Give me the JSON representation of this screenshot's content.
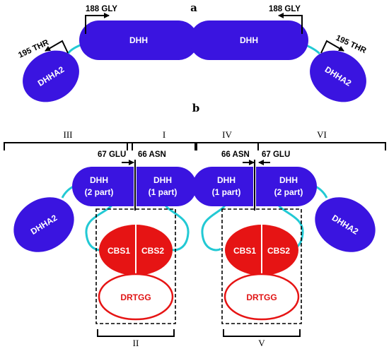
{
  "colors": {
    "domain_blue": "#3a14e0",
    "cbs_red": "#e61414",
    "linker": "#22c9d4"
  },
  "panel_a": {
    "label": "a",
    "left_residue": "188 GLY",
    "right_residue": "188 GLY",
    "left_thr": "195 THR",
    "right_thr": "195 THR",
    "dhh_left": "DHH",
    "dhh_right": "DHH",
    "dhha2_left": "DHHA2",
    "dhha2_right": "DHHA2"
  },
  "panel_b": {
    "label": "b",
    "regions": {
      "r1": "III",
      "r2": "I",
      "r3": "IV",
      "r4": "VI",
      "r5": "II",
      "r6": "V"
    },
    "residues": {
      "glu_left": "67 GLU",
      "asn_left": "66 ASN",
      "asn_right": "66 ASN",
      "glu_right": "67 GLU"
    },
    "dhh1": {
      "name": "DHH",
      "part": "(2 part)"
    },
    "dhh2": {
      "name": "DHH",
      "part": "(1 part)"
    },
    "dhh3": {
      "name": "DHH",
      "part": "(1 part)"
    },
    "dhh4": {
      "name": "DHH",
      "part": "(2 part)"
    },
    "dhha2_left": "DHHA2",
    "dhha2_right": "DHHA2",
    "cbs1_left": "CBS1",
    "cbs2_left": "CBS2",
    "cbs1_right": "CBS1",
    "cbs2_right": "CBS2",
    "drtgg_left": "DRTGG",
    "drtgg_right": "DRTGG"
  }
}
